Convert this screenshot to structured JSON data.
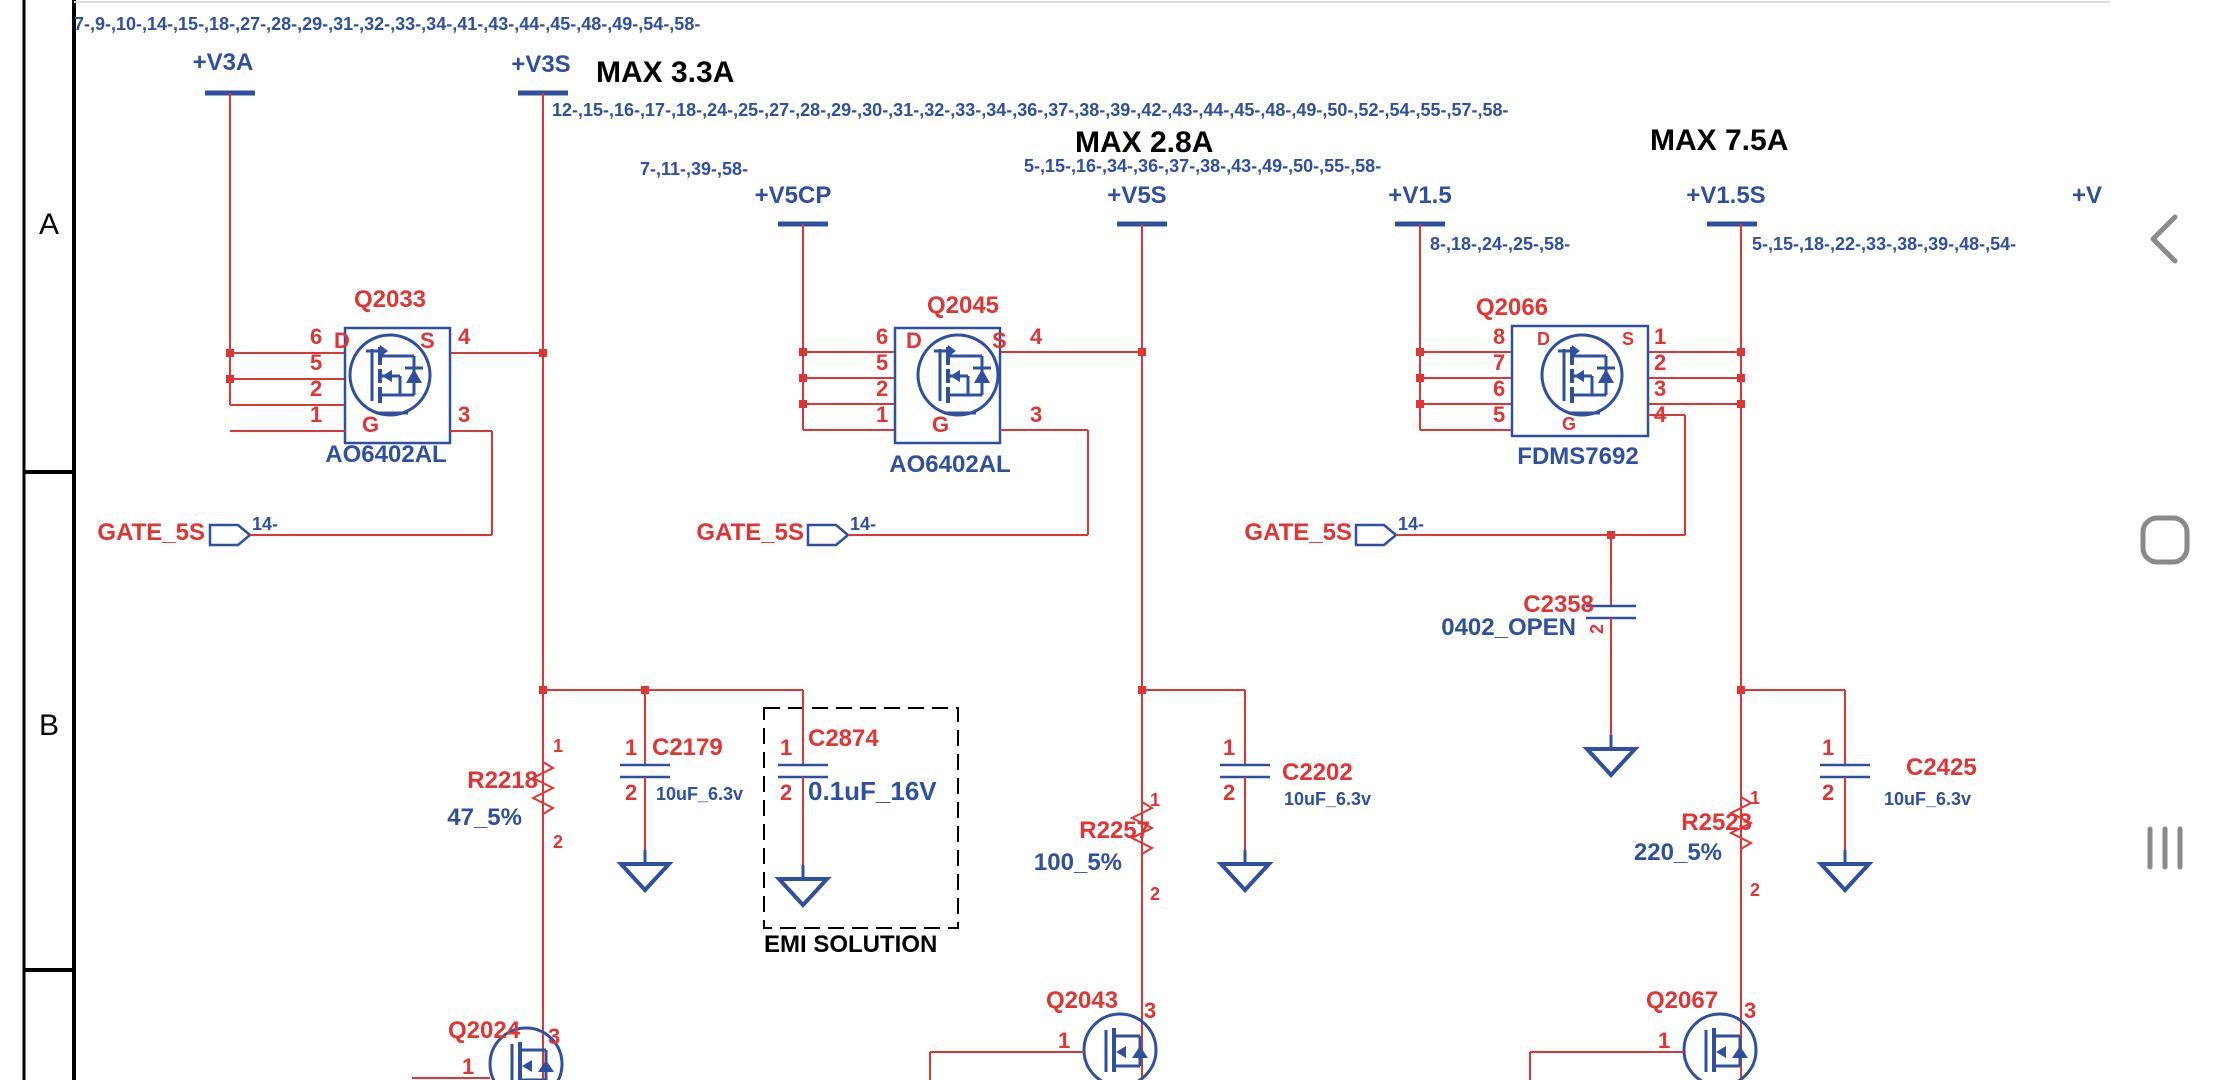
{
  "frame": {
    "row_labels": [
      "A",
      "B"
    ]
  },
  "nets": {
    "top_refs": "7-,9-,10-,14-,15-,18-,27-,28-,29-,31-,32-,33-,34-,41-,43-,44-,45-,48-,49-,54-,58-",
    "v3a": "+V3A",
    "v3s": "+V3S",
    "v3s_max": "MAX 3.3A",
    "v3s_refs": "12-,15-,16-,17-,18-,24-,25-,27-,28-,29-,30-,31-,32-,33-,34-,36-,37-,38-,39-,42-,43-,44-,45-,48-,49-,50-,52-,54-,55-,57-,58-",
    "v5cp": "+V5CP",
    "v5cp_refs": "7-,11-,39-,58-",
    "v5s": "+V5S",
    "v5s_max": "MAX 2.8A",
    "v5s_refs": "5-,15-,16-,34-,36-,37-,38-,43-,49-,50-,55-,58-",
    "v15": "+V1.5",
    "v15_refs": "8-,18-,24-,25-,58-",
    "v15s": "+V1.5S",
    "v15s_max": "MAX 7.5A",
    "v15s_refs": "5-,15-,18-,22-,33-,38-,39-,48-,54-",
    "v_partial": "+V",
    "gate": "GATE_5S",
    "gate_ref": "14-"
  },
  "components": {
    "q2033": {
      "ref": "Q2033",
      "part": "AO6402AL",
      "pins": [
        "6",
        "5",
        "2",
        "1",
        "4",
        "3"
      ]
    },
    "q2045": {
      "ref": "Q2045",
      "part": "AO6402AL",
      "pins": [
        "6",
        "5",
        "2",
        "1",
        "4",
        "3"
      ]
    },
    "q2066": {
      "ref": "Q2066",
      "part": "FDMS7692",
      "pins": [
        "8",
        "7",
        "6",
        "5",
        "1",
        "2",
        "3",
        "4"
      ]
    },
    "mos_letters": {
      "d": "D",
      "s": "S",
      "g": "G"
    },
    "r2218": {
      "ref": "R2218",
      "value": "47_5%"
    },
    "r2257": {
      "ref": "R2257",
      "value": "100_5%"
    },
    "r2523": {
      "ref": "R2523",
      "value": "220_5%"
    },
    "c2179": {
      "ref": "C2179",
      "value": "10uF_6.3v"
    },
    "c2874": {
      "ref": "C2874",
      "value": "0.1uF_16V"
    },
    "c2202": {
      "ref": "C2202",
      "value": "10uF_6.3v"
    },
    "c2425": {
      "ref": "C2425",
      "value": "10uF_6.3v"
    },
    "c2358": {
      "ref": "C2358",
      "value": "0402_OPEN"
    },
    "q2024": {
      "ref": "Q2024"
    },
    "q2043": {
      "ref": "Q2043"
    },
    "q2067": {
      "ref": "Q2067"
    },
    "pin_labels": {
      "one": "1",
      "two": "2",
      "three": "3"
    },
    "emi_label": "EMI SOLUTION"
  },
  "colors": {
    "wire": "#e03535",
    "symbol": "#2f4f9f",
    "text_blue": "#2f4f9f",
    "text_red": "#e03535",
    "border": "#000000",
    "nav_icon": "#8a8a8a"
  },
  "navigation": {
    "back_icon": "back-chevron-icon",
    "home_icon": "home-icon",
    "recents_icon": "recents-icon"
  }
}
